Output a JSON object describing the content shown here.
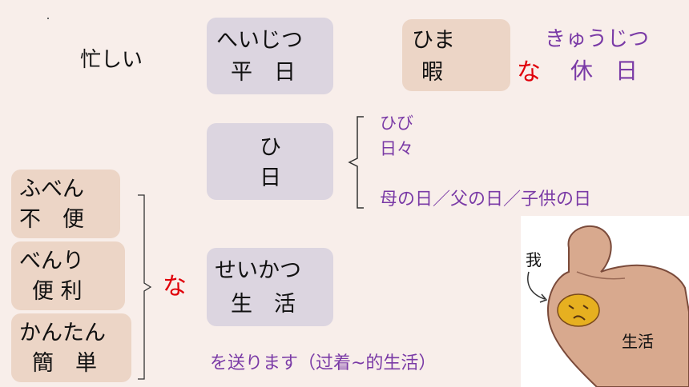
{
  "top": {
    "busy_word": "忙しい",
    "heijitsu_kana": "へいじつ",
    "heijitsu_kanji": "平　日",
    "hima_kana": "ひま",
    "hima_kanji": "暇",
    "na_top": "な",
    "kyuujitsu_kana": "きゅうじつ",
    "kyuujitsu_kanji": "休　日"
  },
  "middle": {
    "hi_kana": "ひ",
    "hi_kanji": "日",
    "hibi_kana": "ひび",
    "hibi_kanji": "日々",
    "days_list": "母の日／父の日／子供の日"
  },
  "left": {
    "fuben_kana": "ふべん",
    "fuben_kanji": "不　便",
    "benri_kana": "べんり",
    "benri_kanji": "便 利",
    "kantan_kana": "かんたん",
    "kantan_kanji": "簡　単",
    "na_left": "な"
  },
  "bottom": {
    "seikatsu_kana": "せいかつ",
    "seikatsu_kanji": "生　活",
    "sentence": "を送ります（过着~的生活）"
  },
  "illustration": {
    "label_me": "我",
    "label_life": "生活"
  },
  "colors": {
    "background": "#f8eeea",
    "lavender_box": "#dcd5e0",
    "tan_box": "#ecd5c6",
    "purple_text": "#7a3aa6",
    "red_text": "#e0000a"
  }
}
